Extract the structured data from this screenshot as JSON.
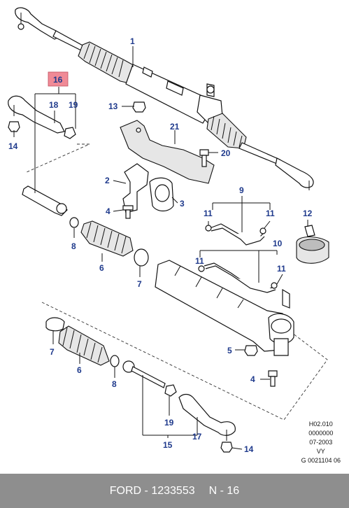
{
  "callouts": {
    "c1": "1",
    "c2": "2",
    "c3": "3",
    "c4a": "4",
    "c4b": "4",
    "c5": "5",
    "c6a": "6",
    "c6b": "6",
    "c7a": "7",
    "c7b": "7",
    "c8a": "8",
    "c8b": "8",
    "c9": "9",
    "c10": "10",
    "c11a": "11",
    "c11b": "11",
    "c11c": "11",
    "c11d": "11",
    "c12": "12",
    "c13": "13",
    "c14a": "14",
    "c14b": "14",
    "c15": "15",
    "c16": "16",
    "c17": "17",
    "c18": "18",
    "c19a": "19",
    "c19b": "19",
    "c20": "20",
    "c21": "21"
  },
  "meta_lines": [
    "H02.010",
    "0000000",
    "07-2003",
    "VY",
    "G 0021104 06"
  ],
  "footer": {
    "brand": "FORD - 1233553",
    "ref": "N - 16"
  },
  "colors": {
    "callout": "#1f3a8c",
    "highlight": "#f08a96",
    "footer_bg": "#8e8e8e"
  }
}
